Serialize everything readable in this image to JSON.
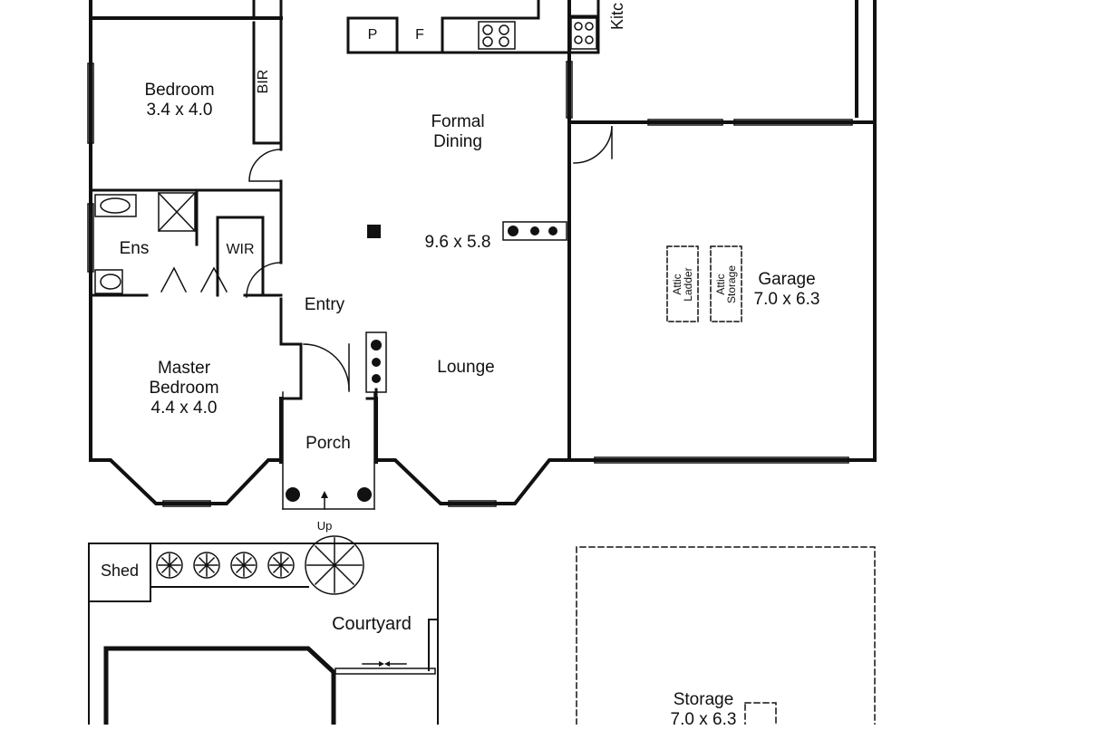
{
  "plan": {
    "rooms": {
      "bedroom": {
        "name": "Bedroom",
        "size": "3.4 x 4.0"
      },
      "bir": "BIR",
      "formal_dining": {
        "line1": "Formal",
        "line2": "Dining"
      },
      "living_size": "9.6 x 5.8",
      "ens": "Ens",
      "wir": "WIR",
      "entry": "Entry",
      "lounge": "Lounge",
      "master": {
        "line1": "Master",
        "line2": "Bedroom",
        "size": "4.4 x 4.0"
      },
      "porch": "Porch",
      "up": "Up",
      "garage": {
        "name": "Garage",
        "size": "7.0 x 6.3"
      },
      "attic_ladder": {
        "line1": "Attic",
        "line2": "Ladder"
      },
      "attic_storage": {
        "line1": "Attic",
        "line2": "Storage"
      },
      "kitchen_partial": "Kitc",
      "pantry": "P",
      "fridge": "F",
      "shed": "Shed",
      "courtyard": "Courtyard",
      "storage": {
        "name": "Storage",
        "size": "7.0 x 6.3"
      }
    }
  }
}
